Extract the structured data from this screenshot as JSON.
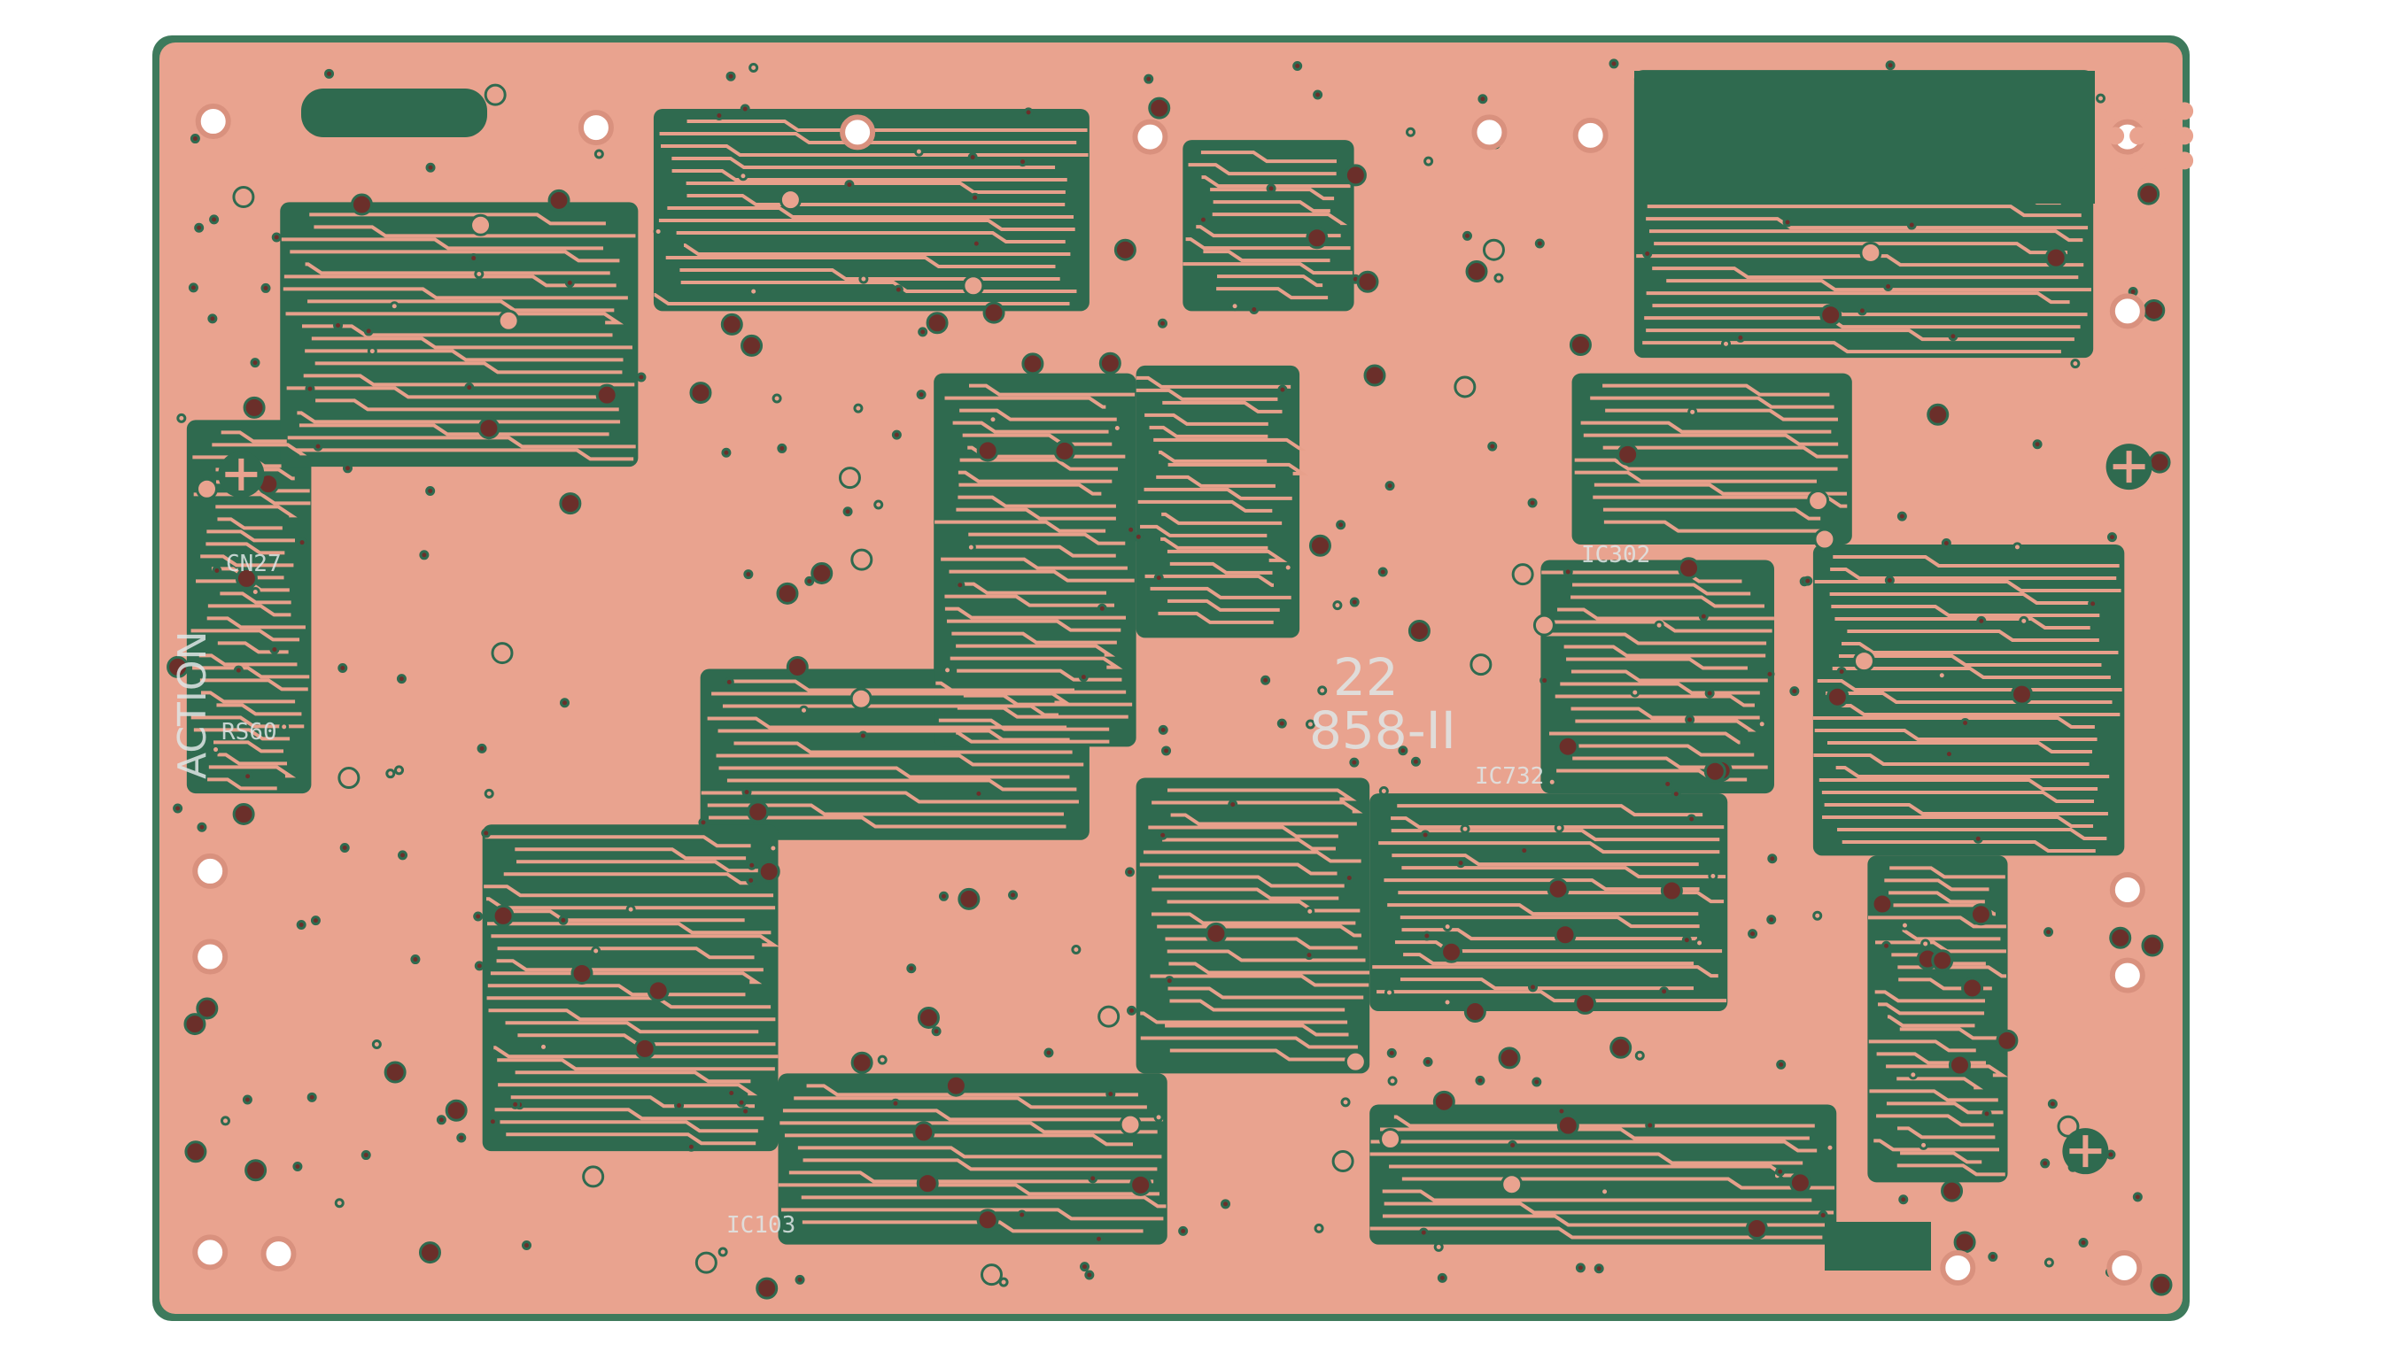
{
  "board": {
    "colors": {
      "copper": "#e9a38f",
      "mask": "#2f6a4f",
      "trace": "#d98e7a",
      "silk": "#dfe6e6",
      "hole": "#ffffff"
    },
    "markings": {
      "big_number": "22",
      "part_code": "858-II",
      "ic_a": "IC103",
      "ic_b": "IC732",
      "ic_c": "IC302",
      "side_text": "ACTION",
      "ref_a": "CN27",
      "ref_b": "RS60"
    }
  }
}
